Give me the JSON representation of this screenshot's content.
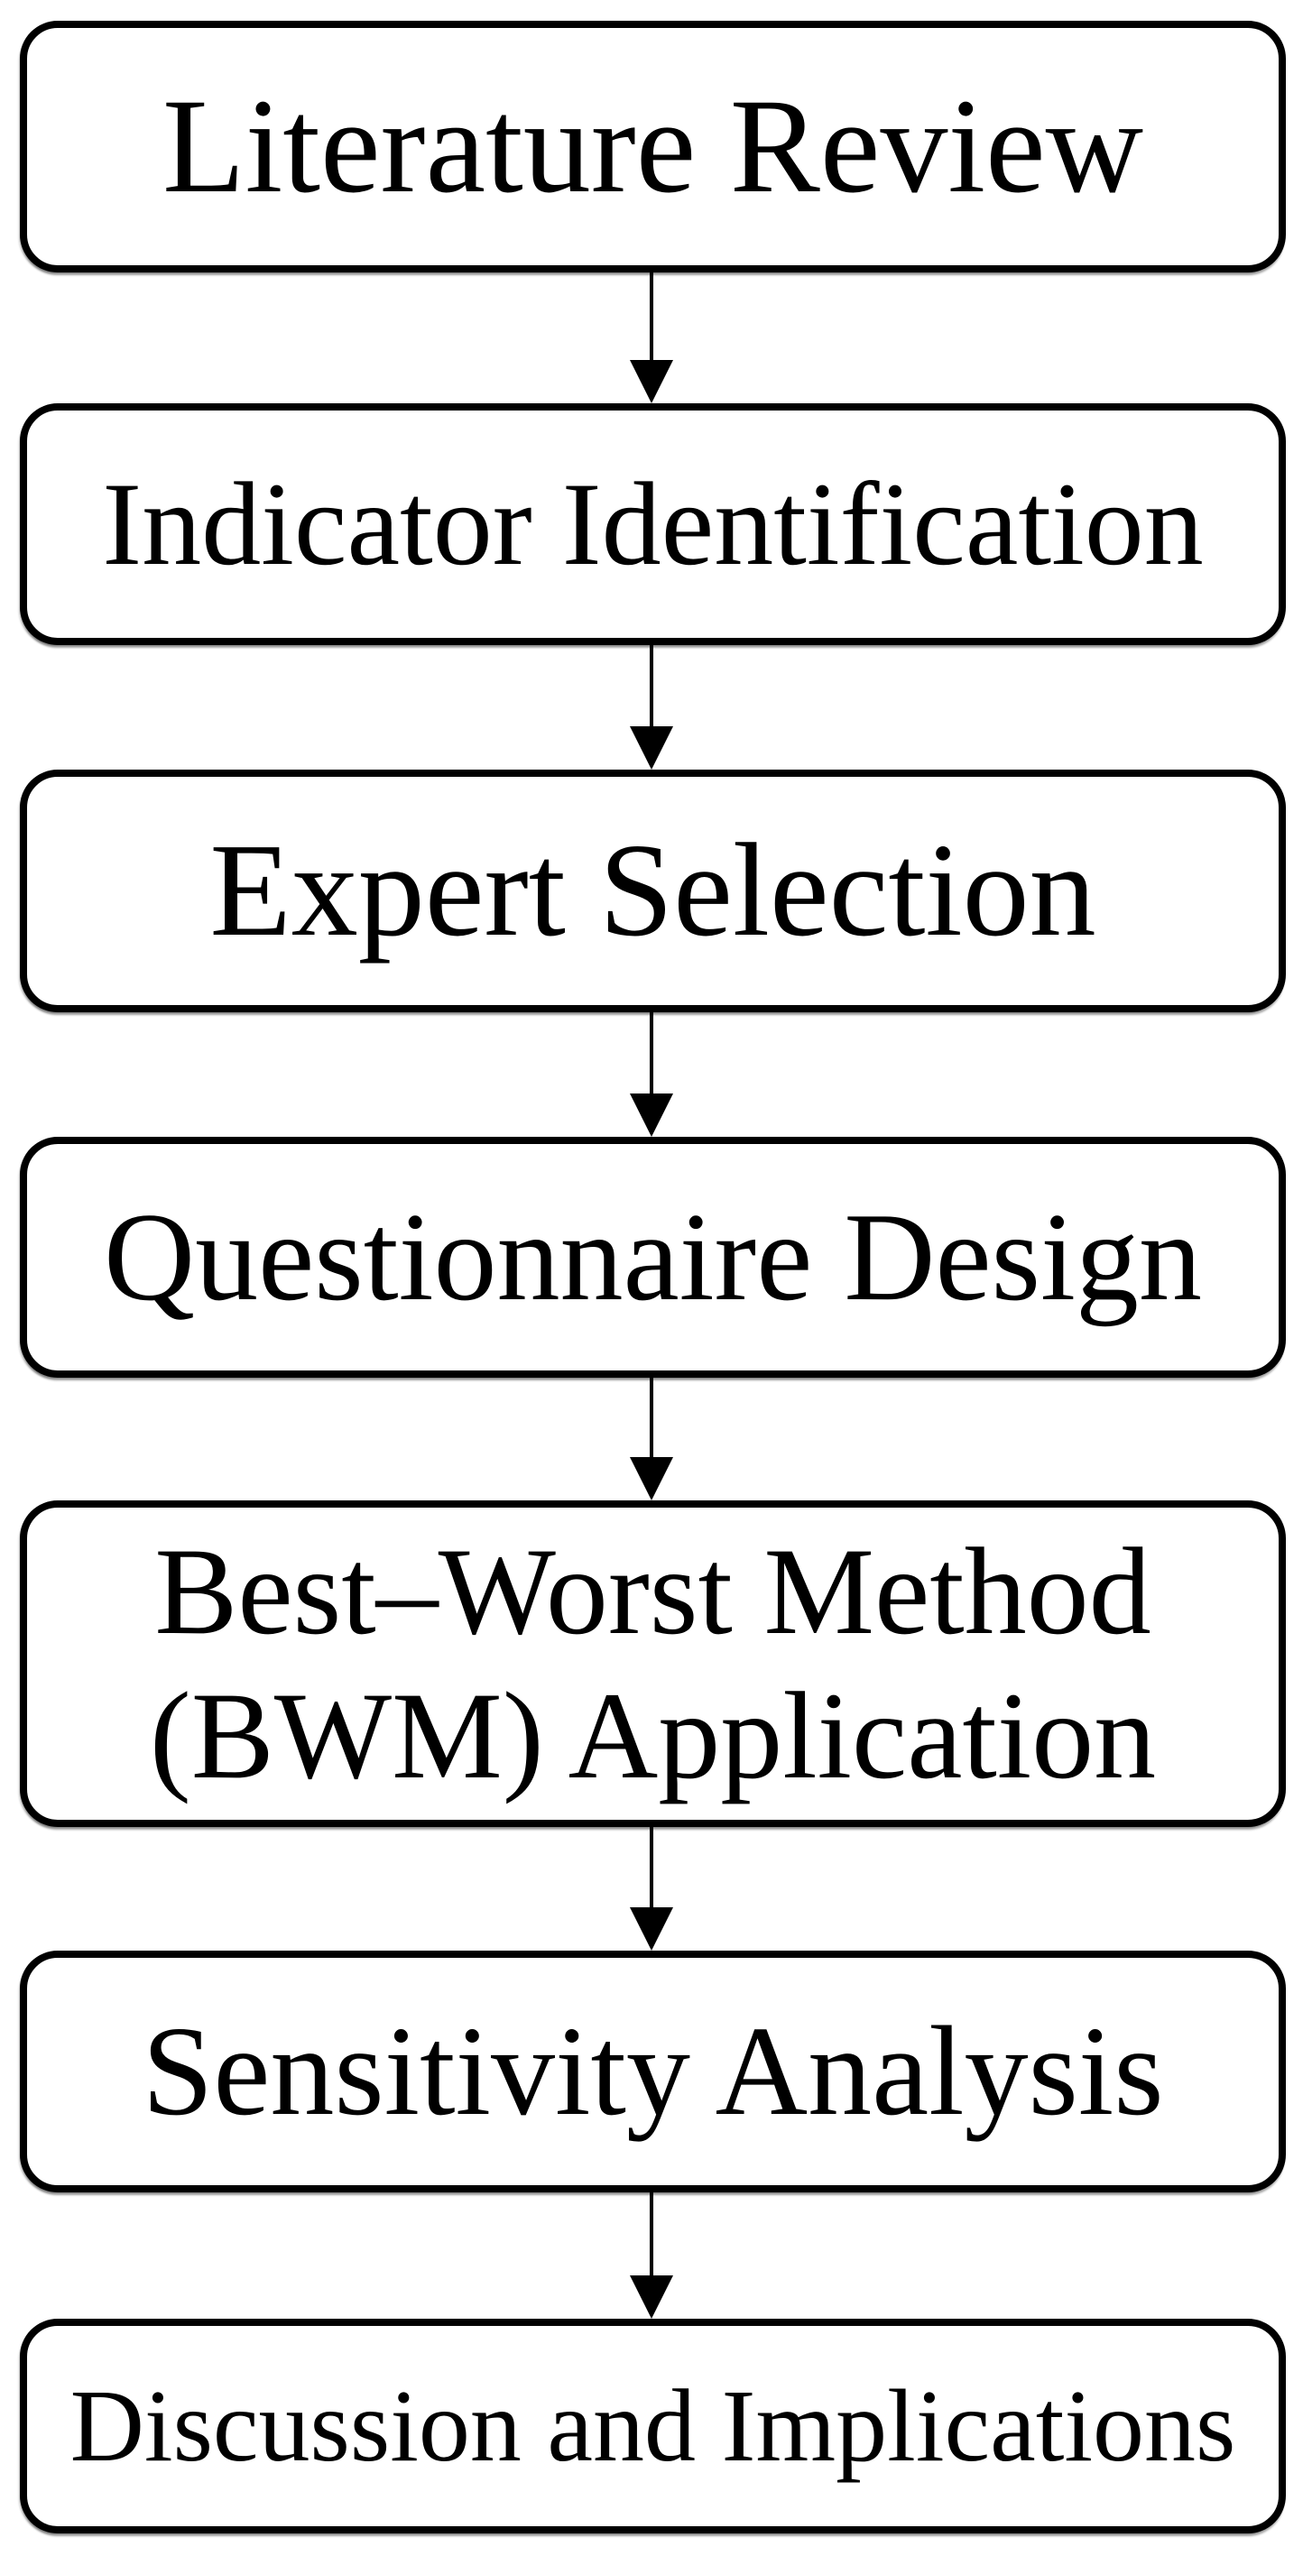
{
  "figure": {
    "type": "flowchart",
    "direction": "top-to-bottom",
    "colors": {
      "background": "#ffffff",
      "box_fill": "#ffffff",
      "box_border": "#000000",
      "text": "#000000",
      "arrow": "#000000"
    },
    "steps": [
      {
        "id": 1,
        "lines": [
          "Literature Review"
        ]
      },
      {
        "id": 2,
        "lines": [
          "Indicator Identification"
        ]
      },
      {
        "id": 3,
        "lines": [
          "Expert Selection"
        ]
      },
      {
        "id": 4,
        "lines": [
          "Questionnaire Design"
        ]
      },
      {
        "id": 5,
        "lines": [
          "Best–Worst Method",
          "(BWM) Application"
        ]
      },
      {
        "id": 6,
        "lines": [
          "Sensitivity Analysis"
        ]
      },
      {
        "id": 7,
        "lines": [
          "Discussion and Implications"
        ]
      }
    ],
    "connector_count": 6
  }
}
